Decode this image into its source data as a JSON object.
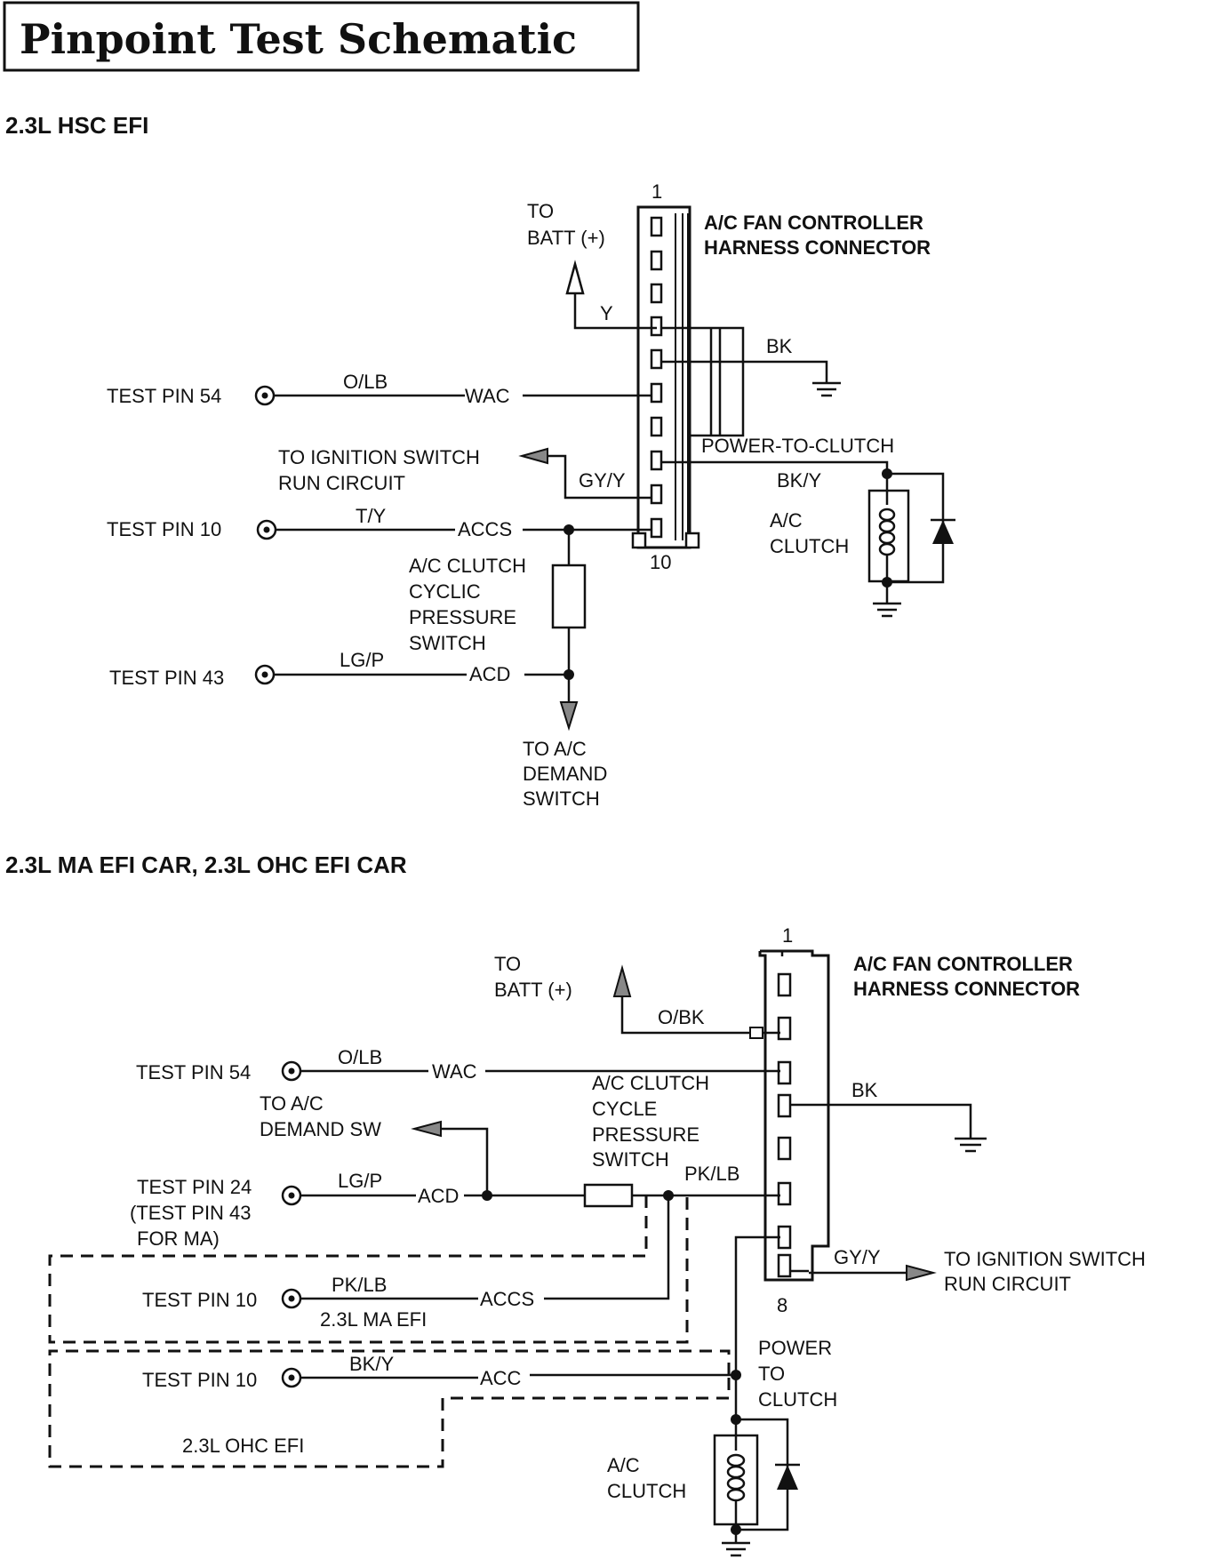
{
  "title": "Pinpoint Test Schematic",
  "diagram1": {
    "heading": "2.3L HSC EFI",
    "connector_pin_top": "1",
    "connector_pin_bottom": "10",
    "connector_label_line1": "A/C FAN CONTROLLER",
    "connector_label_line2": "HARNESS CONNECTOR",
    "to_batt_line1": "TO",
    "to_batt_line2": "BATT (+)",
    "wire_y": "Y",
    "wire_bk": "BK",
    "test_pin_54": "TEST PIN 54",
    "wire_olb": "O/LB",
    "wac": "WAC",
    "ignition_line1": "TO IGNITION SWITCH",
    "ignition_line2": "RUN CIRCUIT",
    "wire_gyy": "GY/Y",
    "power_to_clutch": "POWER-TO-CLUTCH",
    "wire_bky": "BK/Y",
    "clutch_line1": "A/C",
    "clutch_line2": "CLUTCH",
    "test_pin_10": "TEST PIN 10",
    "wire_ty": "T/Y",
    "accs": "ACCS",
    "switch_line1": "A/C CLUTCH",
    "switch_line2": "CYCLIC",
    "switch_line3": "PRESSURE",
    "switch_line4": "SWITCH",
    "test_pin_43": "TEST PIN 43",
    "wire_lgp": "LG/P",
    "acd": "ACD",
    "demand_line1": "TO A/C",
    "demand_line2": "DEMAND",
    "demand_line3": "SWITCH"
  },
  "diagram2": {
    "heading": "2.3L MA EFI CAR, 2.3L OHC EFI CAR",
    "connector_pin_top": "1",
    "connector_pin_bottom": "8",
    "connector_label_line1": "A/C FAN CONTROLLER",
    "connector_label_line2": "HARNESS CONNECTOR",
    "to_batt_line1": "TO",
    "to_batt_line2": "BATT (+)",
    "wire_obk": "O/BK",
    "test_pin_54": "TEST PIN 54",
    "wire_olb": "O/LB",
    "wac": "WAC",
    "wire_bk": "BK",
    "demand_line1": "TO A/C",
    "demand_line2": "DEMAND SW",
    "switch_line1": "A/C CLUTCH",
    "switch_line2": "CYCLE",
    "switch_line3": "PRESSURE",
    "switch_line4": "SWITCH",
    "wire_pklb_right": "PK/LB",
    "test_pin_24_line1": "TEST PIN 24",
    "test_pin_24_line2": "(TEST PIN 43",
    "test_pin_24_line3": "FOR MA)",
    "wire_lgp": "LG/P",
    "acd": "ACD",
    "wire_gyy": "GY/Y",
    "ignition_line1": "TO IGNITION SWITCH",
    "ignition_line2": "RUN CIRCUIT",
    "test_pin_10_ma": "TEST PIN 10",
    "wire_pklb": "PK/LB",
    "accs": "ACCS",
    "ma_label": "2.3L MA EFI",
    "test_pin_10_ohc": "TEST PIN 10",
    "wire_bky": "BK/Y",
    "acc": "ACC",
    "power_line1": "POWER",
    "power_line2": "TO",
    "power_line3": "CLUTCH",
    "ohc_label": "2.3L OHC EFI",
    "clutch_line1": "A/C",
    "clutch_line2": "CLUTCH"
  }
}
